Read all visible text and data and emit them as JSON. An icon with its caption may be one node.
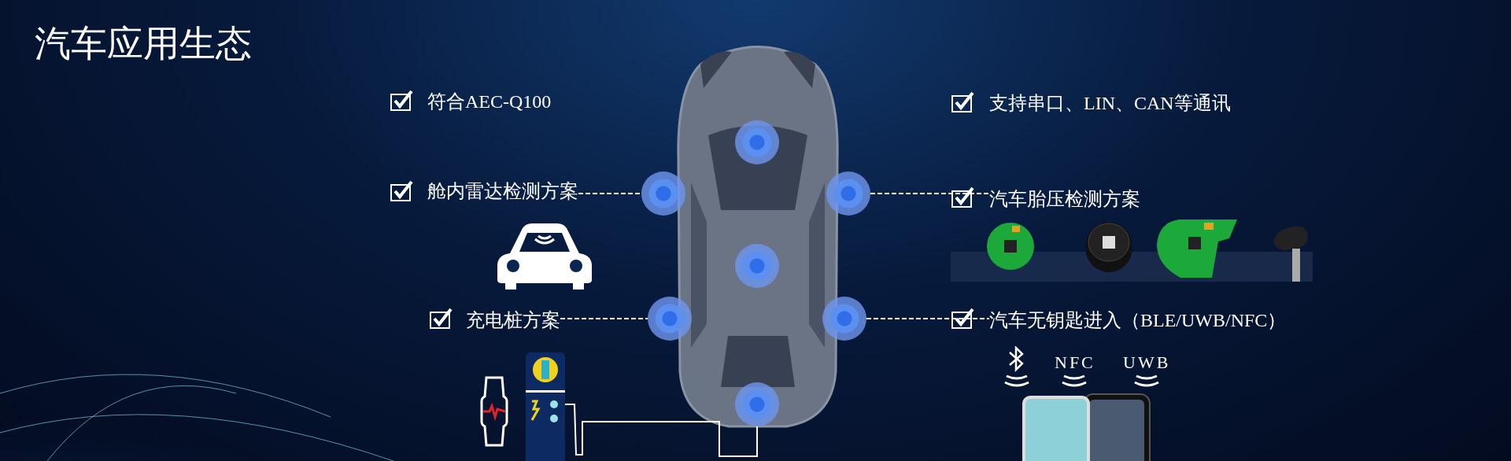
{
  "diagram": {
    "title": "汽车应用生态",
    "nodes": [
      {
        "text": [
          "舱内雷达检测方案"
        ]
      },
      {
        "text": [
          "充电桩方案"
        ]
      },
      {
        "text": [
          "汽车胎压检测方案"
        ]
      },
      {
        "text": [
          "汽车无钥匙进入（BLE/UWB/NFC）"
        ]
      },
      {
        "text": [],
        "shape": "circle"
      },
      {
        "text": [],
        "shape": "circle"
      },
      {
        "text": [],
        "shape": "circle"
      },
      {
        "text": [],
        "shape": "circle"
      },
      {
        "text": [],
        "shape": "circle"
      },
      {
        "text": [],
        "shape": "circle"
      },
      {
        "text": [],
        "shape": "circle"
      },
      {
        "text": [],
        "shape": "picture"
      }
    ],
    "edges": [
      {
        "from": 0,
        "to": 5,
        "arrow": "none",
        "style": "dashed"
      },
      {
        "from": 1,
        "to": 8,
        "arrow": "none",
        "style": "dashed"
      },
      {
        "from": 6,
        "to": 2,
        "arrow": "none",
        "style": "dashed"
      },
      {
        "from": 9,
        "to": 3,
        "arrow": "none",
        "style": "dashed"
      },
      {
        "from": 11,
        "to": 10,
        "arrow": "none"
      }
    ],
    "labels": [
      "符合AEC-Q100",
      "支持串口、LIN、CAN等通讯",
      "NFC",
      "UWB"
    ]
  }
}
